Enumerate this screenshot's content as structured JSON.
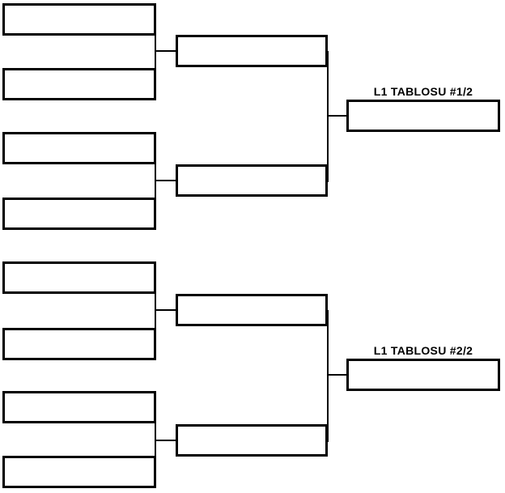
{
  "diagram": {
    "type": "tournament-bracket",
    "sections": [
      {
        "label": "L1 TABLOSU #1/2",
        "round1_slot_count": 4,
        "round2_slot_count": 2,
        "final_slot_count": 1,
        "slot_values": [
          "",
          "",
          "",
          "",
          "",
          "",
          ""
        ]
      },
      {
        "label": "L1 TABLOSU #2/2",
        "round1_slot_count": 4,
        "round2_slot_count": 2,
        "final_slot_count": 1,
        "slot_values": [
          "",
          "",
          "",
          "",
          "",
          "",
          ""
        ]
      }
    ],
    "colors": {
      "line": "#000000",
      "box_fill": "#ffffff",
      "background": "#ffffff",
      "label_text": "#000000"
    }
  }
}
